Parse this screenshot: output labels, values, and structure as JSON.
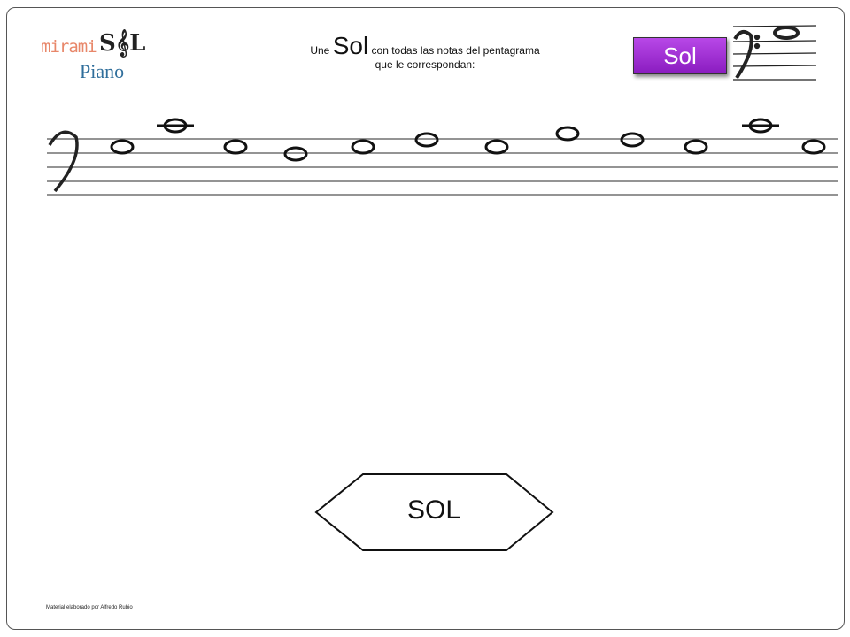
{
  "logo": {
    "part1": "mirami",
    "part2": "S𝄞L",
    "part3": "Piano"
  },
  "instructions": {
    "pre": "Une",
    "highlight": "Sol",
    "post": "con todas las notas del pentagrama",
    "line2": "que le correspondan:"
  },
  "sol_button": "Sol",
  "target_label": "SOL",
  "footer": "Material elaborado por Alfredo Rubio",
  "notes": [
    {
      "pos": "space-1-2",
      "ledger": false
    },
    {
      "pos": "above-ledger",
      "ledger": true
    },
    {
      "pos": "space-1-2",
      "ledger": false
    },
    {
      "pos": "line-2",
      "ledger": false
    },
    {
      "pos": "space-1-2",
      "ledger": false
    },
    {
      "pos": "line-1",
      "ledger": false
    },
    {
      "pos": "space-1-2",
      "ledger": false
    },
    {
      "pos": "above-line-1",
      "ledger": false
    },
    {
      "pos": "line-1",
      "ledger": false
    },
    {
      "pos": "space-1-2",
      "ledger": false
    },
    {
      "pos": "above-ledger",
      "ledger": true
    },
    {
      "pos": "space-1-2",
      "ledger": false
    }
  ]
}
